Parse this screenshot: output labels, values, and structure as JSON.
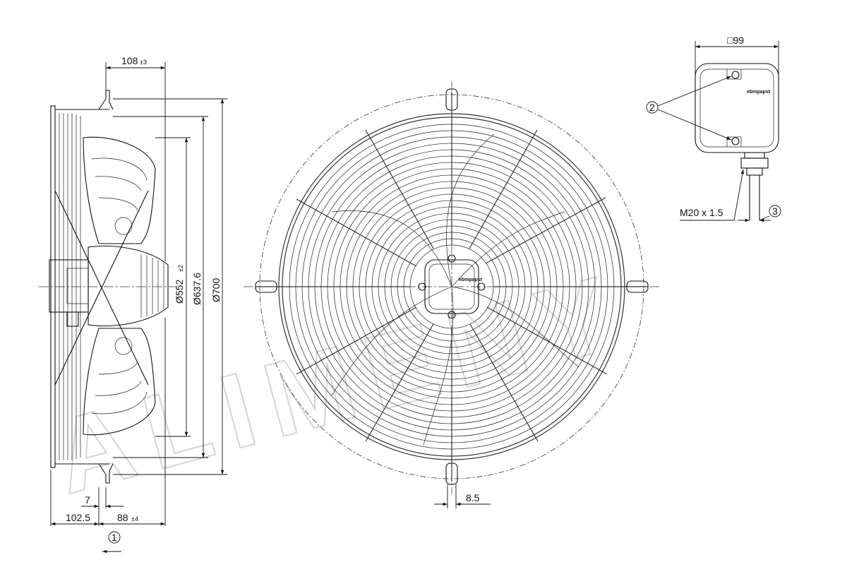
{
  "dimensions": {
    "depth_108": "108",
    "depth_108_tol": "±3",
    "dia_552": "Ø552",
    "dia_552_tol": "±2",
    "dia_637": "Ø637.6",
    "dia_700": "Ø700",
    "offset_7": "7",
    "offset_102": "102.5",
    "offset_88": "88",
    "offset_88_tol": "±4",
    "hole_8_5": "8.5",
    "box_99": "□99",
    "thread": "M20 x 1.5"
  },
  "callouts": {
    "c1": "1",
    "c2": "2",
    "c3": "3"
  },
  "brand": {
    "front_logo": "ebmpapst",
    "box_logo": "ebmpapst"
  },
  "watermark": "ALIMENY"
}
